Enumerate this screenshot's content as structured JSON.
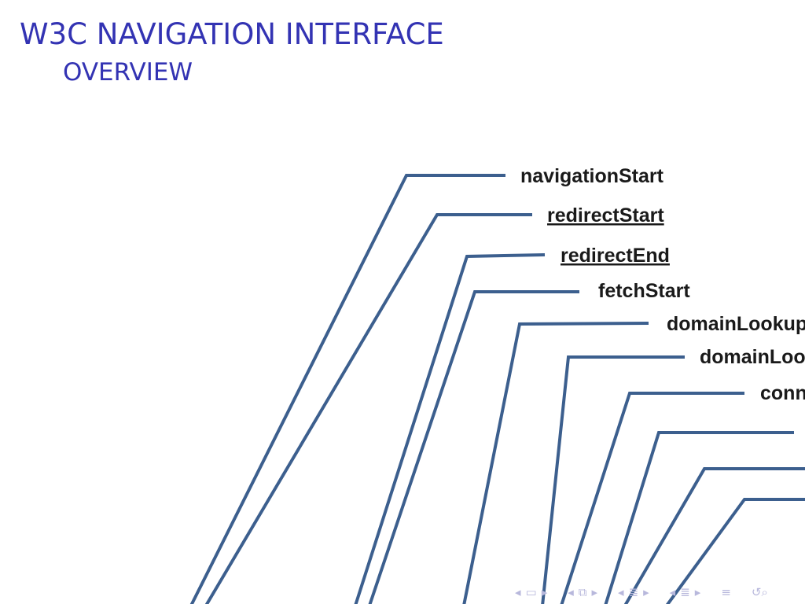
{
  "slide": {
    "title": "W3C NAVIGATION INTERFACE",
    "subtitle": "OVERVIEW"
  },
  "diagram": {
    "labels": [
      {
        "text": "navigationStart",
        "underlined": false
      },
      {
        "text": "redirectStart",
        "underlined": true
      },
      {
        "text": "redirectEnd",
        "underlined": true
      },
      {
        "text": "fetchStart",
        "underlined": false
      },
      {
        "text": "domainLookup",
        "underlined": false
      },
      {
        "text": "domainLoo",
        "underlined": false
      },
      {
        "text": "conn",
        "underlined": false
      }
    ],
    "line_color": "#3c5f8e",
    "title_color": "#3333b3"
  },
  "beamer_nav": {
    "icons": [
      "nav-left-arrow-icon",
      "nav-frame-icon",
      "nav-right-arrow-icon",
      "nav-left-arrow-icon",
      "nav-subsection-icon",
      "nav-right-arrow-icon",
      "nav-left-arrow-icon",
      "nav-section-icon",
      "nav-right-arrow-icon",
      "nav-left-arrow-icon",
      "nav-section-icon",
      "nav-right-arrow-icon",
      "nav-toc-icon",
      "nav-search-icon"
    ],
    "color": "#b8b8dc"
  }
}
